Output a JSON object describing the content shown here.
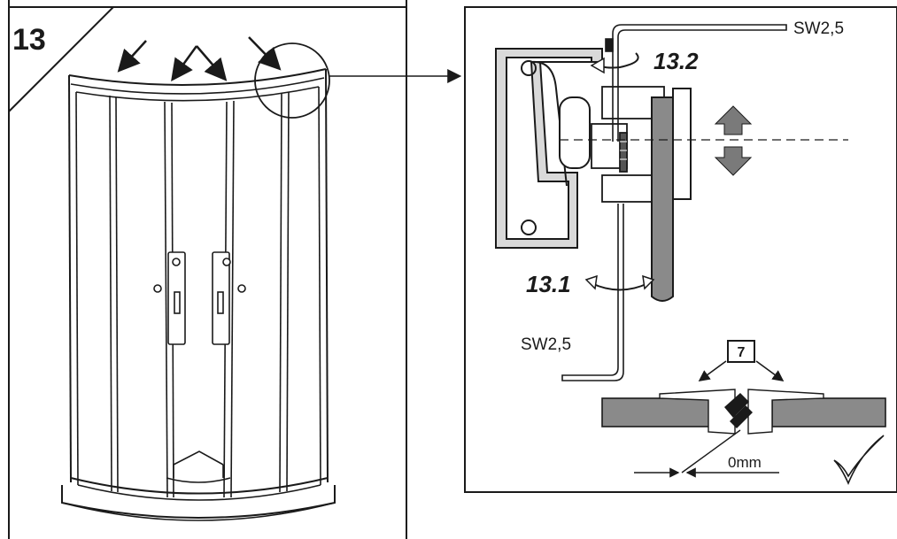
{
  "step": {
    "number": "13"
  },
  "detail": {
    "sub_steps": [
      "13.2",
      "13.1"
    ],
    "tool_top": "SW2,5",
    "tool_bottom": "SW2,5"
  },
  "seal": {
    "part_number": "7",
    "gap": "0mm",
    "check_mark": "✓"
  }
}
